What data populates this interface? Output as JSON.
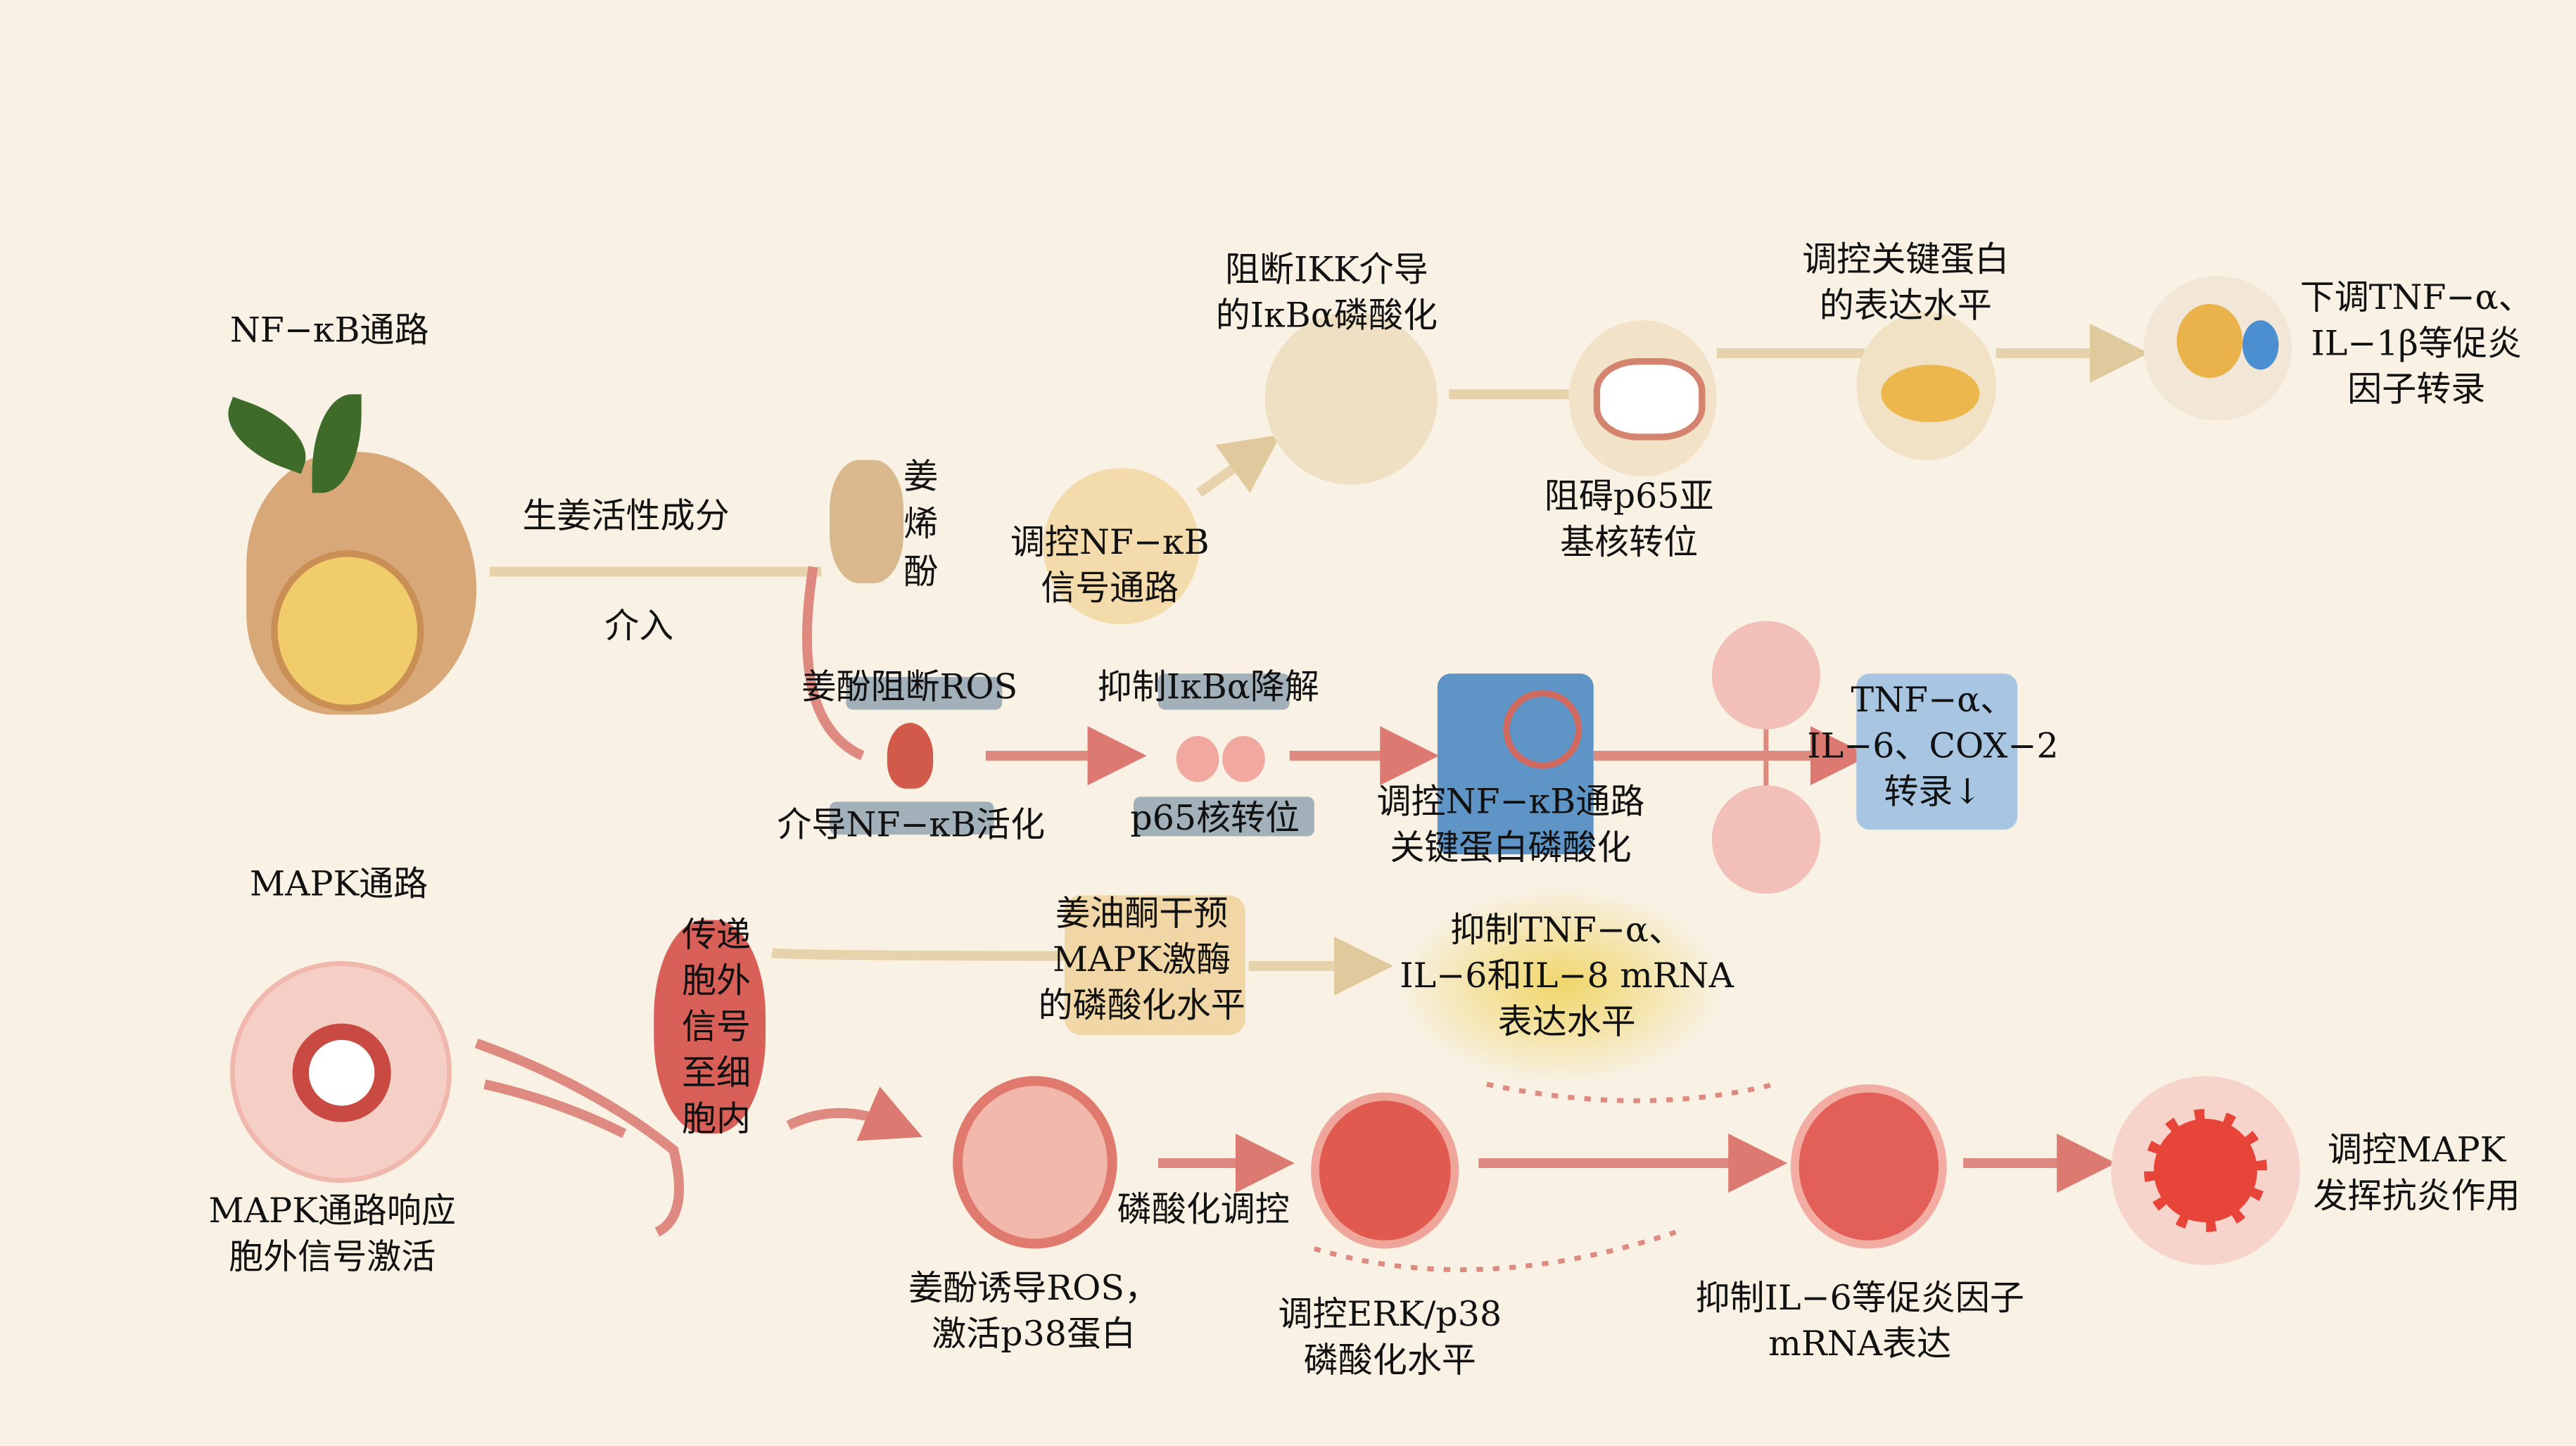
{
  "nfkb": {
    "title": "NF−κB通路",
    "ginger_active": "生姜活性成分",
    "intervene": "介入",
    "shogaol": [
      "姜",
      "烯",
      "酚"
    ],
    "regulate": [
      "调控NF−κB",
      "信号通路"
    ],
    "block_ikk": [
      "阻断IKK介导",
      "的IκBα磷酸化"
    ],
    "block_p65": [
      "阻碍p65亚",
      "基核转位"
    ],
    "key_protein": [
      "调控关键蛋白",
      "的表达水平"
    ],
    "down_tnf": [
      "下调TNF−α、",
      "IL−1β等促炎",
      "因子转录"
    ],
    "ros_block": "姜酚阻断ROS",
    "mediate": "介导NF−κB活化",
    "inhibit_ikb": "抑制IκBα降解",
    "p65_trans": "p65核转位",
    "phospho": [
      "调控NF−κB通路",
      "关键蛋白磷酸化"
    ],
    "transcription": [
      "TNF−α、",
      "IL−6、COX−2",
      "转录↓"
    ]
  },
  "mapk": {
    "title": "MAPK通路",
    "response": [
      "MAPK通路响应",
      "胞外信号激活"
    ],
    "transmit": [
      "传递",
      "胞外",
      "信号",
      "至细",
      "胞内"
    ],
    "zingerone": [
      "姜油酮干预",
      "MAPK激酶",
      "的磷酸化水平"
    ],
    "inhibit_mrna": [
      "抑制TNF−α、",
      "IL−6和IL−8 mRNA",
      "表达水平"
    ],
    "phospho_reg": "磷酸化调控",
    "ros_p38": [
      "姜酚诱导ROS，",
      "激活p38蛋白"
    ],
    "erk": [
      "调控ERK/p38",
      "磷酸化水平"
    ],
    "il6": [
      "抑制IL−6等促炎因子",
      "mRNA表达"
    ],
    "anti": [
      "调控MAPK",
      "发挥抗炎作用"
    ]
  },
  "colors": {
    "bg": "#f8f1e4",
    "tan": "#e3cfa5",
    "red": "#d86a62",
    "blue": "#6f9cc8",
    "yellow": "#f0dc7a"
  }
}
